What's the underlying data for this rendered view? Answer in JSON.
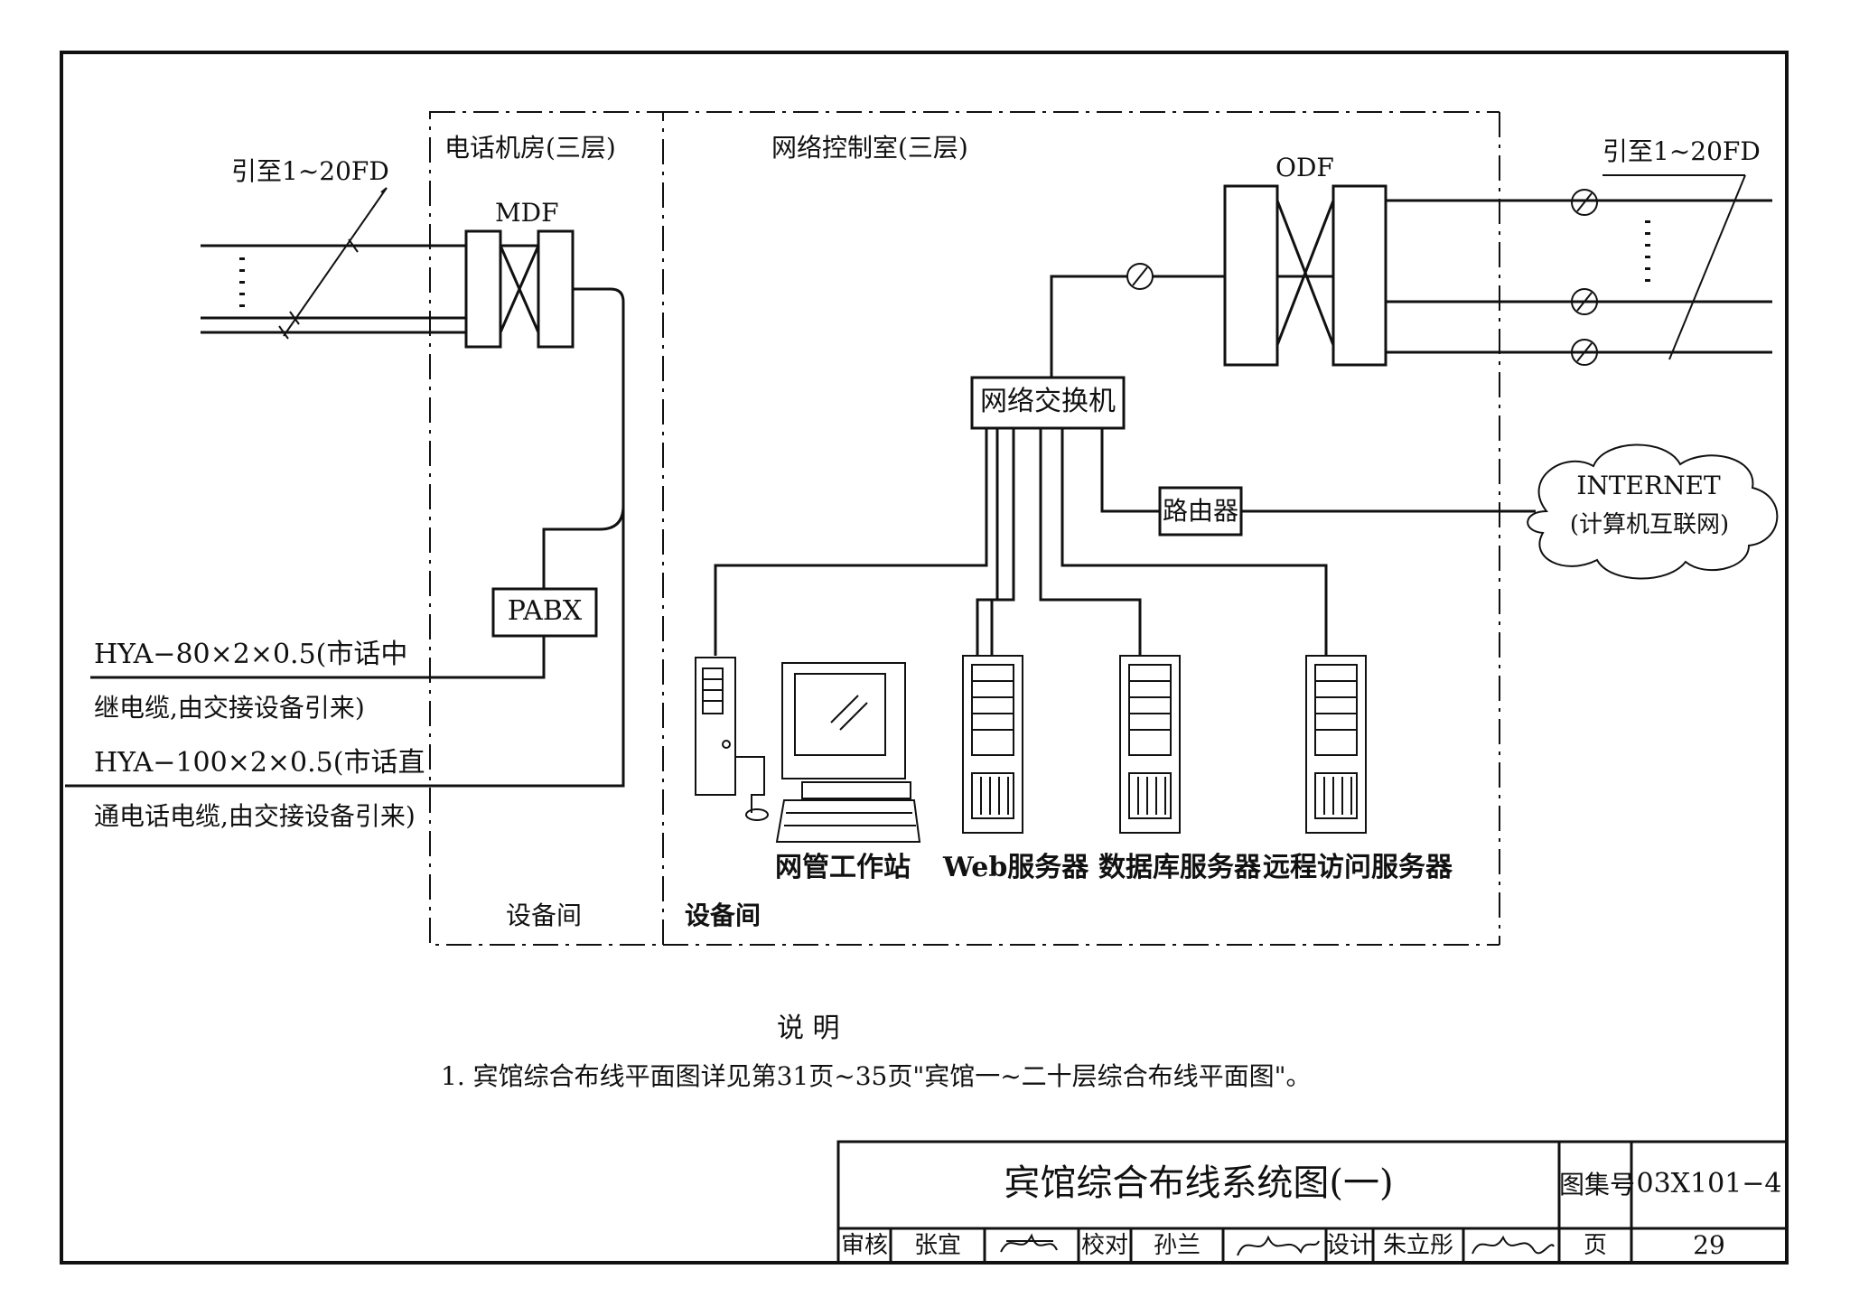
{
  "rooms": {
    "telephone_room": "电话机房(三层)",
    "network_control_room": "网络控制室(三层)",
    "equipment_room_left": "设备间",
    "equipment_room_right": "设备间"
  },
  "leads": {
    "left": "引至1~20FD",
    "right": "引至1~20FD"
  },
  "equipment": {
    "mdf": "MDF",
    "odf": "ODF",
    "pabx": "PABX",
    "switch": "网络交换机",
    "router": "路由器",
    "internet_line1": "INTERNET",
    "internet_line2": "(计算机互联网)"
  },
  "cables": {
    "hya80_line1": "HYA−80×2×0.5(市话中",
    "hya80_line2": "继电缆,由交接设备引来)",
    "hya100_line1": "HYA−100×2×0.5(市话直",
    "hya100_line2": "通电话电缆,由交接设备引来)"
  },
  "devices": {
    "workstation": "网管工作站",
    "web_server": "Web服务器",
    "db_server": "数据库服务器",
    "remote_server": "远程访问服务器"
  },
  "notes": {
    "heading": "说  明",
    "item1": "1. 宾馆综合布线平面图详见第31页~35页\"宾馆一~二十层综合布线平面图\"。"
  },
  "title_block": {
    "title": "宾馆综合布线系统图(一)",
    "atlas_label": "图集号",
    "atlas_no": "03X101−4",
    "review_label": "审核",
    "reviewer": "张宜",
    "check_label": "校对",
    "checker": "孙兰",
    "design_label": "设计",
    "designer": "朱立彤",
    "page_label": "页",
    "page_no": "29"
  }
}
